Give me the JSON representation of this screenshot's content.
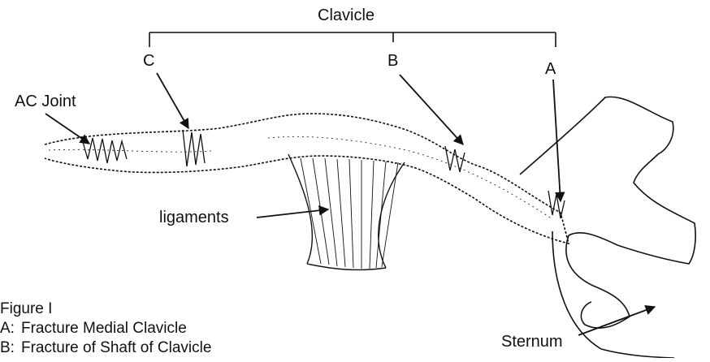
{
  "labels": {
    "bracket_title": "Clavicle",
    "site_c": "C",
    "site_b": "B",
    "site_a": "A",
    "ac_joint": "AC Joint",
    "ligaments": "ligaments",
    "sternum": "Sternum"
  },
  "legend": {
    "title": "Figure I",
    "items": [
      {
        "key": "A:",
        "text": "Fracture Medial Clavicle"
      },
      {
        "key": "B:",
        "text": "Fracture of Shaft of Clavicle"
      }
    ]
  },
  "colors": {
    "ink": "#111111",
    "background": "#ffffff"
  }
}
